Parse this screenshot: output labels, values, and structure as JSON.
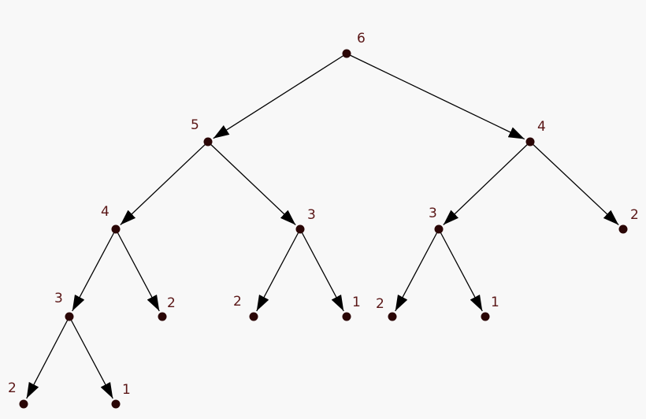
{
  "colors": {
    "node": "#2a0606",
    "edge": "#000000",
    "label": "#5a1616",
    "background": "#f8f8f8"
  },
  "tree": {
    "nodes": [
      {
        "id": "n6",
        "label": "6"
      },
      {
        "id": "n5",
        "label": "5"
      },
      {
        "id": "n4r",
        "label": "4"
      },
      {
        "id": "n4l",
        "label": "4"
      },
      {
        "id": "n3a",
        "label": "3"
      },
      {
        "id": "n3b",
        "label": "3"
      },
      {
        "id": "n2r",
        "label": "2"
      },
      {
        "id": "n3c",
        "label": "3"
      },
      {
        "id": "n2a",
        "label": "2"
      },
      {
        "id": "n2b",
        "label": "2"
      },
      {
        "id": "n1a",
        "label": "1"
      },
      {
        "id": "n2c",
        "label": "2"
      },
      {
        "id": "n1b",
        "label": "1"
      },
      {
        "id": "n2d",
        "label": "2"
      },
      {
        "id": "n1c",
        "label": "1"
      }
    ],
    "edges": [
      [
        "n6",
        "n5"
      ],
      [
        "n6",
        "n4r"
      ],
      [
        "n5",
        "n4l"
      ],
      [
        "n5",
        "n3a"
      ],
      [
        "n4r",
        "n3b"
      ],
      [
        "n4r",
        "n2r"
      ],
      [
        "n4l",
        "n3c"
      ],
      [
        "n4l",
        "n2a"
      ],
      [
        "n3a",
        "n2b"
      ],
      [
        "n3a",
        "n1a"
      ],
      [
        "n3b",
        "n2c"
      ],
      [
        "n3b",
        "n1b"
      ],
      [
        "n3c",
        "n2d"
      ],
      [
        "n3c",
        "n1c"
      ]
    ]
  }
}
